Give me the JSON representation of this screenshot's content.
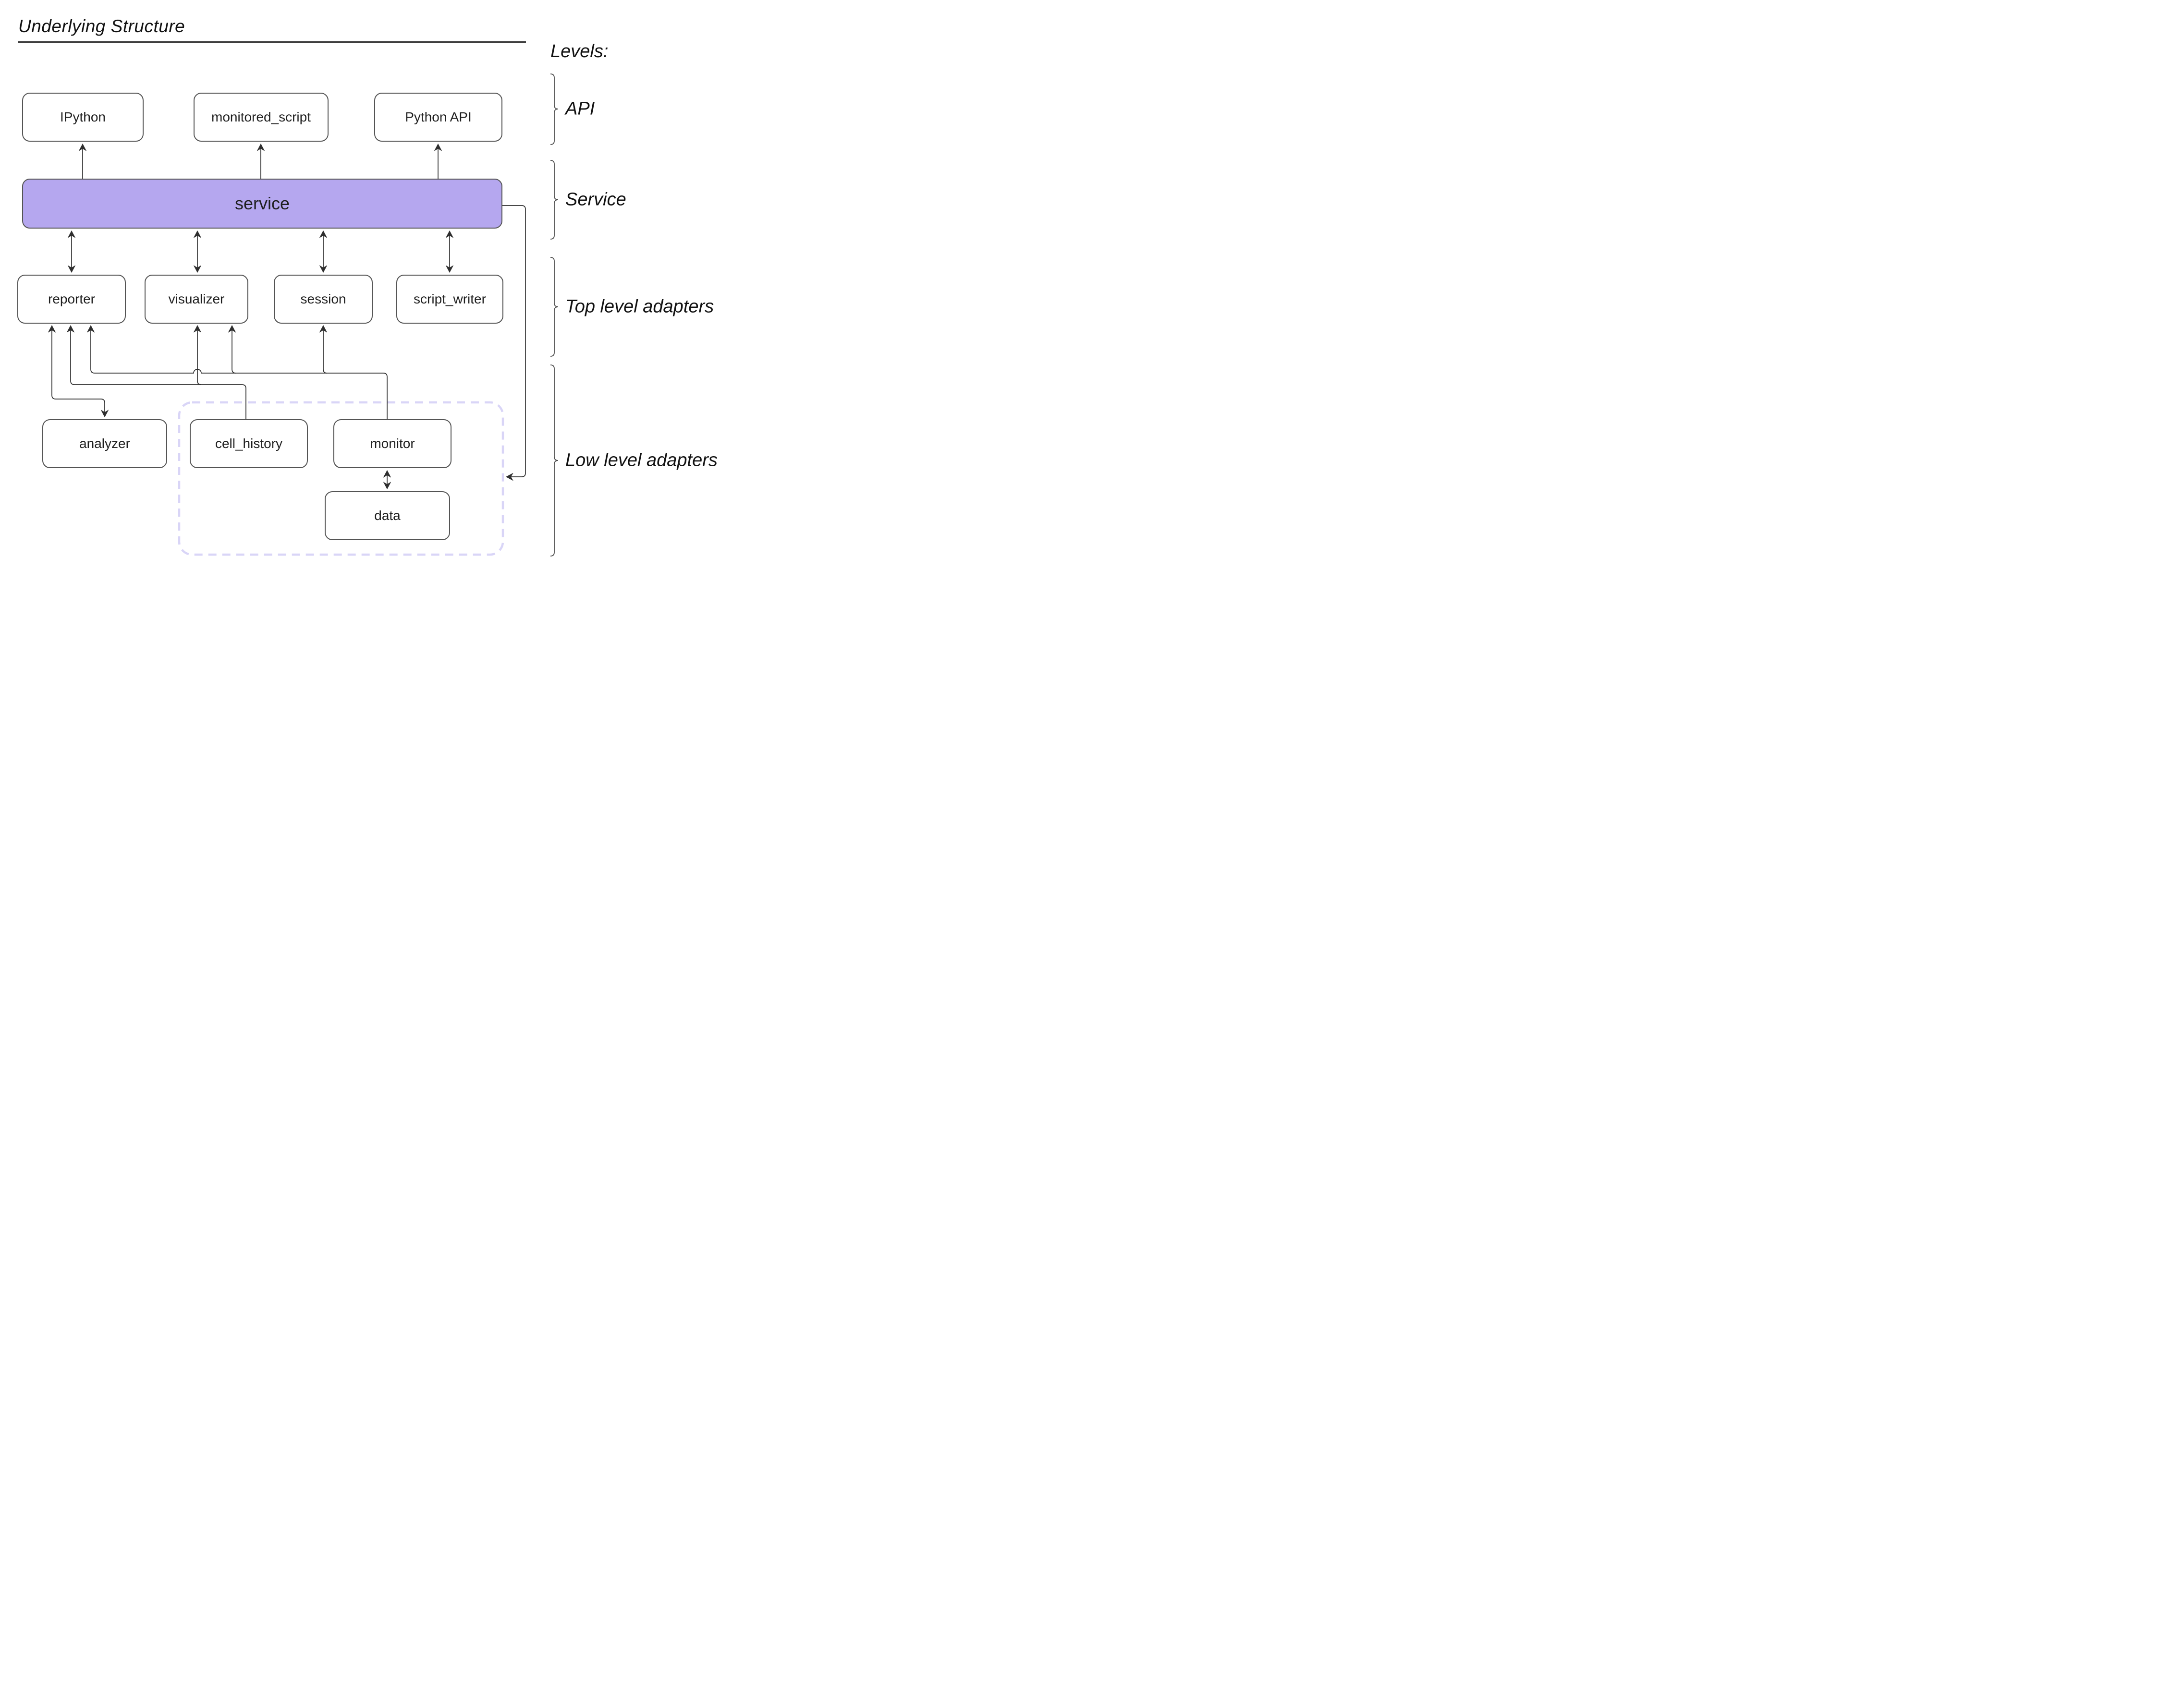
{
  "title": "Underlying Structure",
  "legend": {
    "heading": "Levels:",
    "levels": [
      {
        "label": "API"
      },
      {
        "label": "Service"
      },
      {
        "label": "Top level adapters"
      },
      {
        "label": "Low level adapters"
      }
    ]
  },
  "nodes": {
    "ipython": "IPython",
    "monitored_script": "monitored_script",
    "python_api": "Python API",
    "service": "service",
    "reporter": "reporter",
    "visualizer": "visualizer",
    "session": "session",
    "script_writer": "script_writer",
    "analyzer": "analyzer",
    "cell_history": "cell_history",
    "monitor": "monitor",
    "data": "data"
  },
  "edges": [
    {
      "from": "service",
      "to": "IPython",
      "arrows": "to"
    },
    {
      "from": "service",
      "to": "monitored_script",
      "arrows": "to"
    },
    {
      "from": "service",
      "to": "Python API",
      "arrows": "to"
    },
    {
      "from": "service",
      "to": "reporter",
      "arrows": "both"
    },
    {
      "from": "service",
      "to": "visualizer",
      "arrows": "both"
    },
    {
      "from": "service",
      "to": "session",
      "arrows": "both"
    },
    {
      "from": "service",
      "to": "script_writer",
      "arrows": "both"
    },
    {
      "from": "service",
      "to": "low level adapter group",
      "arrows": "to"
    },
    {
      "from": "reporter",
      "to": "analyzer",
      "arrows": "both"
    },
    {
      "from": "cell_history",
      "to": "reporter",
      "arrows": "to"
    },
    {
      "from": "cell_history",
      "to": "visualizer",
      "arrows": "to"
    },
    {
      "from": "monitor",
      "to": "reporter",
      "arrows": "to"
    },
    {
      "from": "monitor",
      "to": "visualizer",
      "arrows": "to"
    },
    {
      "from": "monitor",
      "to": "session",
      "arrows": "to"
    },
    {
      "from": "monitor",
      "to": "data",
      "arrows": "both"
    }
  ],
  "colors": {
    "service_fill": "#b5a7ef",
    "node_border": "#545454",
    "edge_line": "#2e2e2e",
    "dashed_group_border": "#d9d5f7",
    "text": "#1c1c1c"
  }
}
